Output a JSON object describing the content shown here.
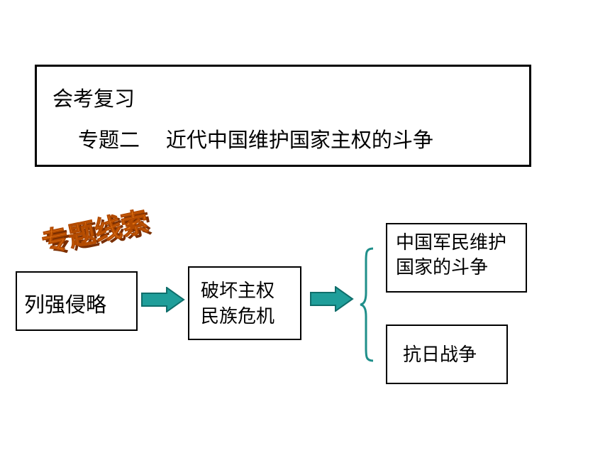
{
  "title": {
    "line1": "会考复习",
    "line2": "专题二    近代中国维护国家主权的斗争"
  },
  "banner": {
    "text": "专题线索"
  },
  "flow": {
    "start": "列强侵略",
    "middle": {
      "line1": "破坏主权",
      "line2": "民族危机"
    },
    "outcome1": {
      "line1": "中国军民维护",
      "line2": "国家的斗争"
    },
    "outcome2": "抗日战争"
  },
  "colors": {
    "arrow_fill": "#1f9e9a",
    "arrow_stroke": "#0f6e6b",
    "brace": "#1f8f8a",
    "banner_fill": "#ef7f1a",
    "banner_shadow": "#7a2e00"
  }
}
